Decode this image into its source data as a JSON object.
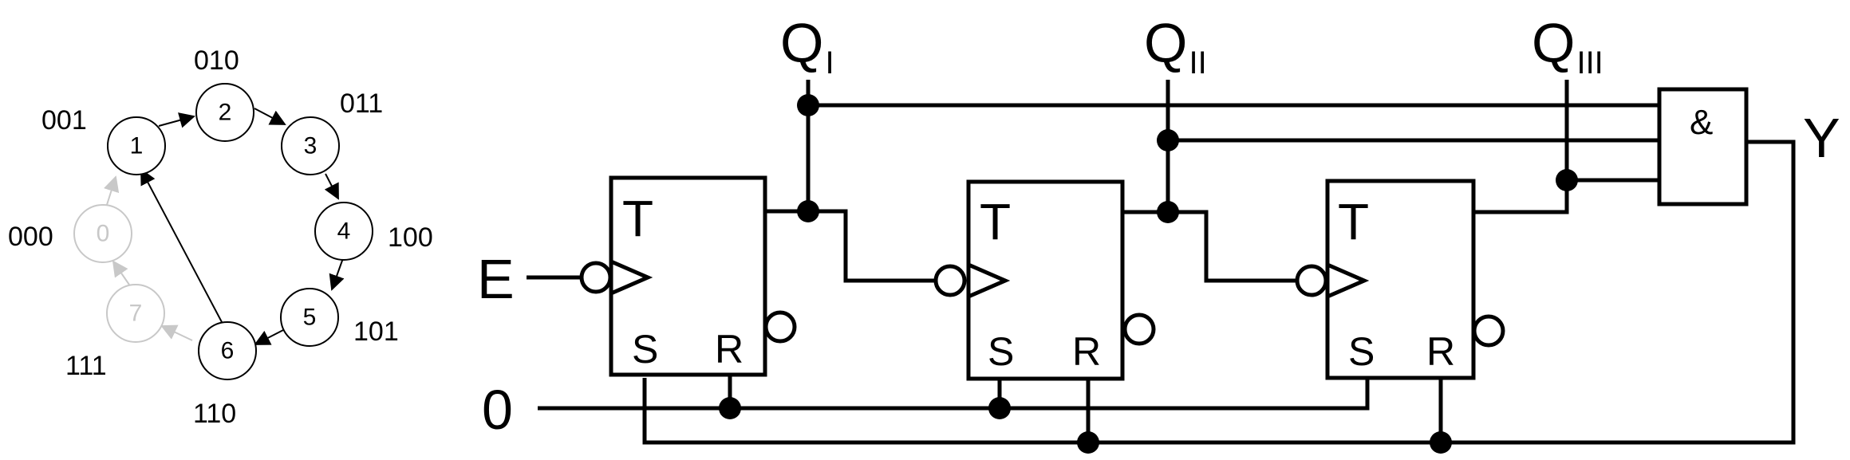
{
  "state_diagram": {
    "states": [
      {
        "id": "1",
        "code": "001",
        "active": true
      },
      {
        "id": "2",
        "code": "010",
        "active": true
      },
      {
        "id": "3",
        "code": "011",
        "active": true
      },
      {
        "id": "4",
        "code": "100",
        "active": true
      },
      {
        "id": "5",
        "code": "101",
        "active": true
      },
      {
        "id": "6",
        "code": "110",
        "active": true
      },
      {
        "id": "7",
        "code": "111",
        "active": false
      },
      {
        "id": "0",
        "code": "000",
        "active": false
      }
    ],
    "colors": {
      "active": "#000000",
      "inactive": "#c8c8c8"
    }
  },
  "circuit": {
    "input_label": "E",
    "zero_label": "0",
    "output_label": "Y",
    "gate_label": "&",
    "outputs": [
      {
        "main": "Q",
        "sub": "I"
      },
      {
        "main": "Q",
        "sub": "II"
      },
      {
        "main": "Q",
        "sub": "III"
      }
    ],
    "flipflops": [
      {
        "type": "T",
        "set": "S",
        "reset": "R"
      },
      {
        "type": "T",
        "set": "S",
        "reset": "R"
      },
      {
        "type": "T",
        "set": "S",
        "reset": "R"
      }
    ]
  }
}
